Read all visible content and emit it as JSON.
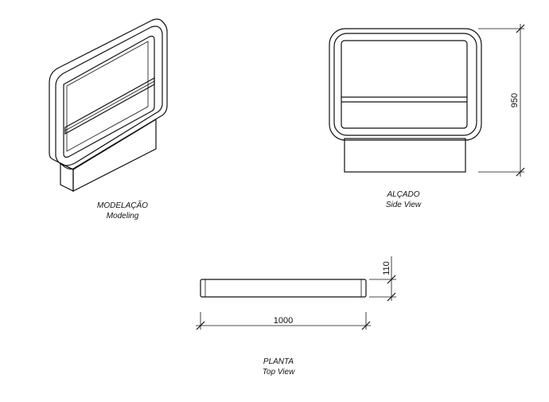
{
  "views": {
    "modeling": {
      "title": "MODELAÇÃO",
      "subtitle": "Modeling"
    },
    "side": {
      "title": "ALÇADO",
      "subtitle": "Side View"
    },
    "top": {
      "title": "PLANTA",
      "subtitle": "Top View"
    }
  },
  "dimensions": {
    "height": "950",
    "depth": "110",
    "width": "1000"
  }
}
